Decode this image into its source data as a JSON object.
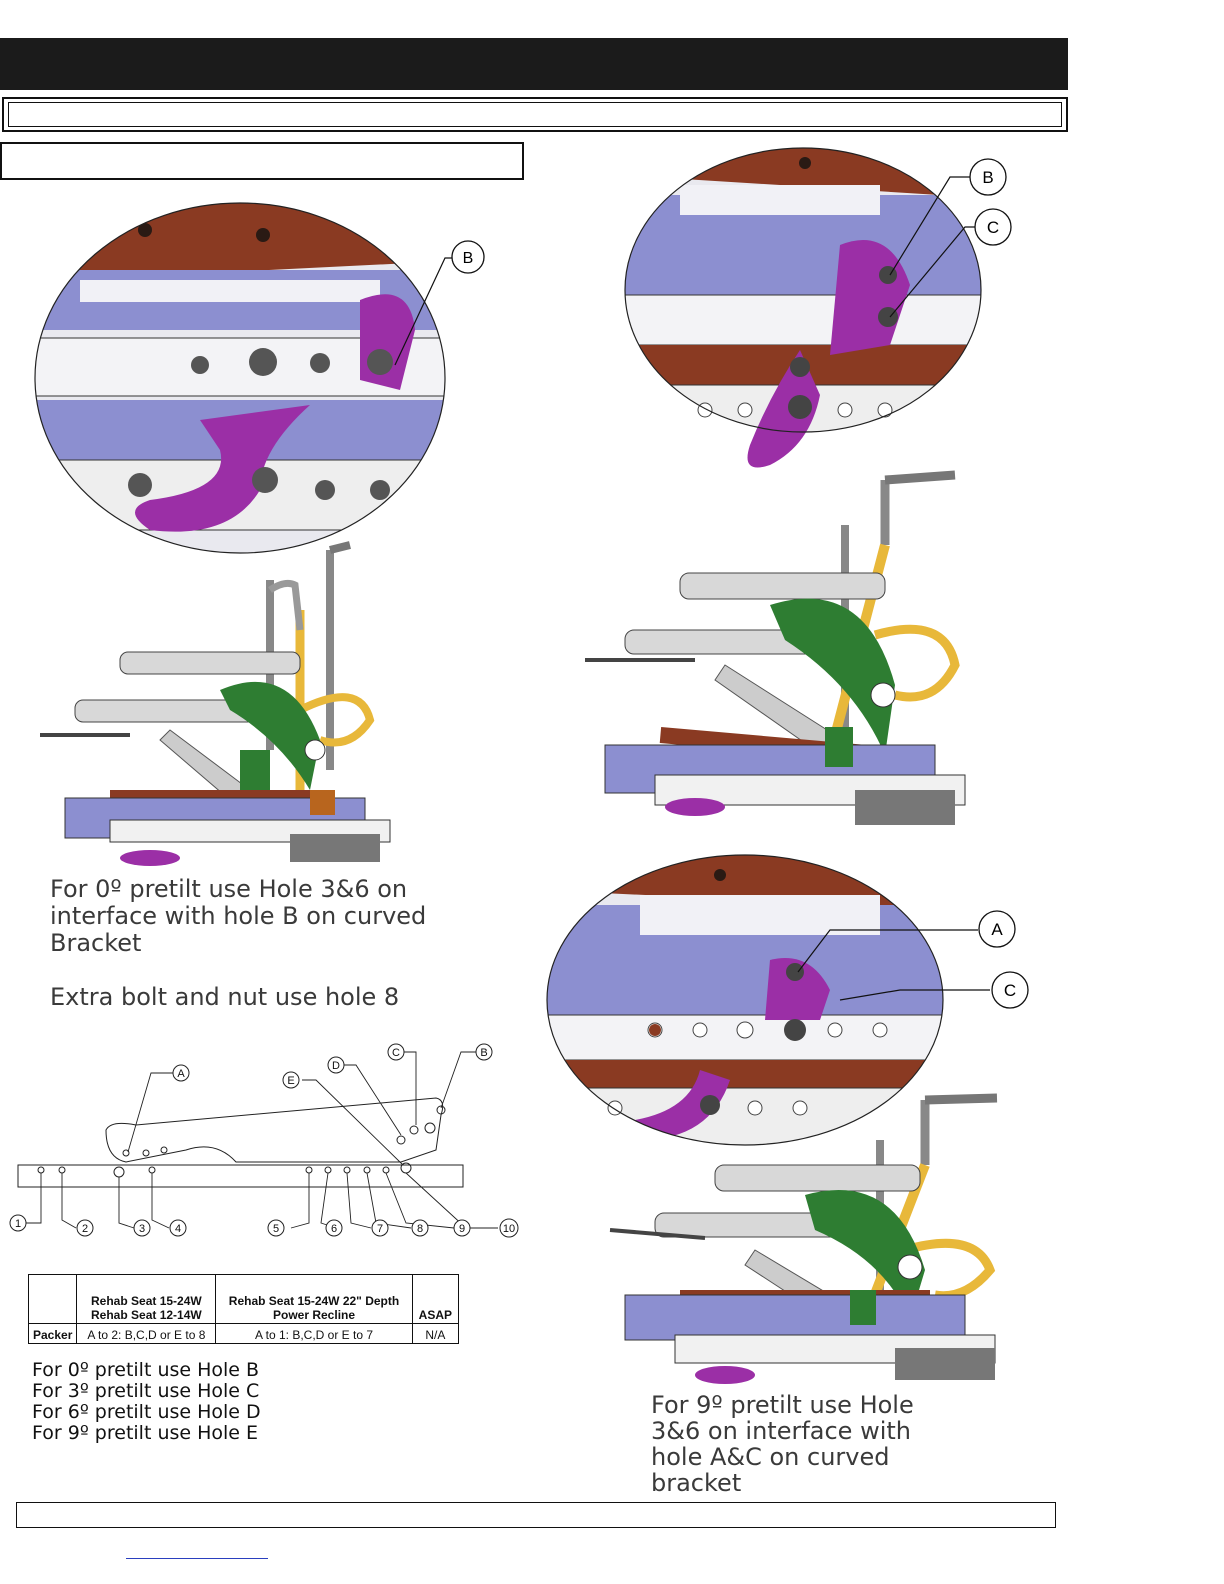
{
  "diagram_left": {
    "callout": "B",
    "caption_lines": [
      "For 0º pretilt use Hole 3&6 on",
      "interface with hole B on curved",
      "Bracket"
    ],
    "extra_note": "Extra bolt and nut use hole 8"
  },
  "diagram_right_top": {
    "callouts": [
      "B",
      "C"
    ]
  },
  "diagram_right_bottom": {
    "callouts": [
      "A",
      "C"
    ],
    "caption_lines": [
      "For 9º pretilt use Hole",
      "3&6 on interface with",
      "hole A&C on curved",
      "bracket"
    ]
  },
  "schematic": {
    "bracket_labels": [
      "A",
      "B",
      "C",
      "D",
      "E"
    ],
    "hole_numbers": [
      "1",
      "2",
      "3",
      "4",
      "5",
      "6",
      "7",
      "8",
      "9",
      "10"
    ]
  },
  "packer_table": {
    "header": [
      "",
      "Rehab Seat 15-24W\nRehab Seat 12-14W",
      "Rehab Seat 15-24W 22\" Depth\nPower Recline",
      "ASAP"
    ],
    "row": [
      "Packer",
      "A to 2: B,C,D or E to 8",
      "A to 1: B,C,D or E to 7",
      "N/A"
    ]
  },
  "pretilt_list": [
    "For 0º pretilt use Hole B",
    "For 3º pretilt use Hole C",
    "For 6º pretilt use Hole D",
    "For 9º pretilt use Hole E"
  ],
  "colors": {
    "frame_red": "#8a3a22",
    "bracket_purple": "#9b2fa6",
    "arm_green": "#2e7d32",
    "tube_yellow": "#e8b83a",
    "rail_blue": "#7f80c8"
  }
}
